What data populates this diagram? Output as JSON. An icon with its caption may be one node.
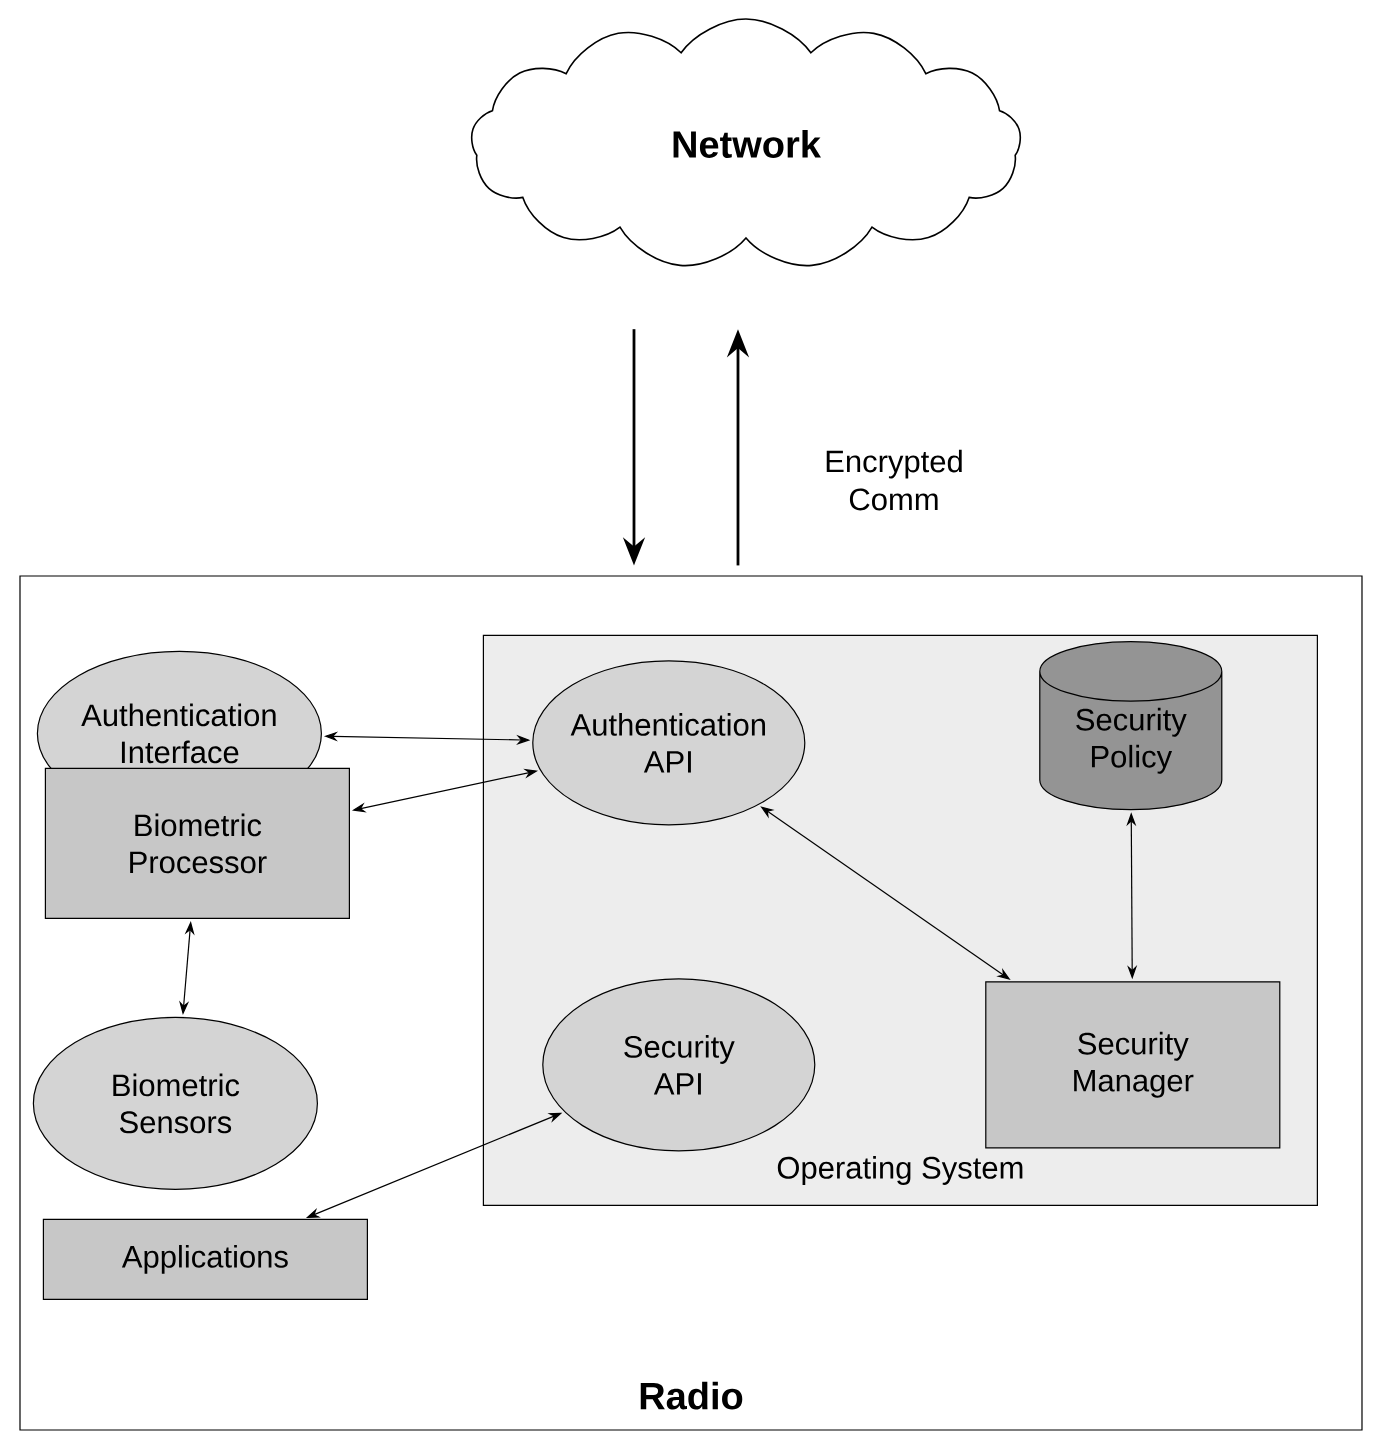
{
  "diagram": {
    "nodes": [
      {
        "text": [
          "Network"
        ]
      },
      {
        "text": [
          "Radio"
        ]
      },
      {
        "text": [
          "Operating System"
        ],
        "in": 1
      },
      {
        "text": [
          "Authentication Interface"
        ],
        "in": 1
      },
      {
        "text": [
          "Authentication API"
        ],
        "in": 2
      },
      {
        "text": [
          "Security Policy"
        ],
        "in": 2
      },
      {
        "text": [
          "Biometric Processor"
        ],
        "in": 1
      },
      {
        "text": [
          "Security Manager"
        ],
        "in": 2
      },
      {
        "text": [
          "Security API"
        ],
        "in": 2
      },
      {
        "text": [
          "Biometric Sensors"
        ],
        "in": 1
      },
      {
        "text": [
          "Applications"
        ],
        "in": 1
      }
    ],
    "edges": [
      {
        "from": 0,
        "to": 1,
        "arrow": "to"
      },
      {
        "from": 1,
        "to": 0,
        "arrow": "to",
        "label": "Encrypted Comm"
      },
      {
        "from": 3,
        "to": 4,
        "arrow": "both"
      },
      {
        "from": 6,
        "to": 4,
        "arrow": "both"
      },
      {
        "from": 4,
        "to": 7,
        "arrow": "both"
      },
      {
        "from": 5,
        "to": 7,
        "arrow": "both"
      },
      {
        "from": 6,
        "to": 9,
        "arrow": "both"
      },
      {
        "from": 10,
        "to": 8,
        "arrow": "both"
      }
    ]
  }
}
